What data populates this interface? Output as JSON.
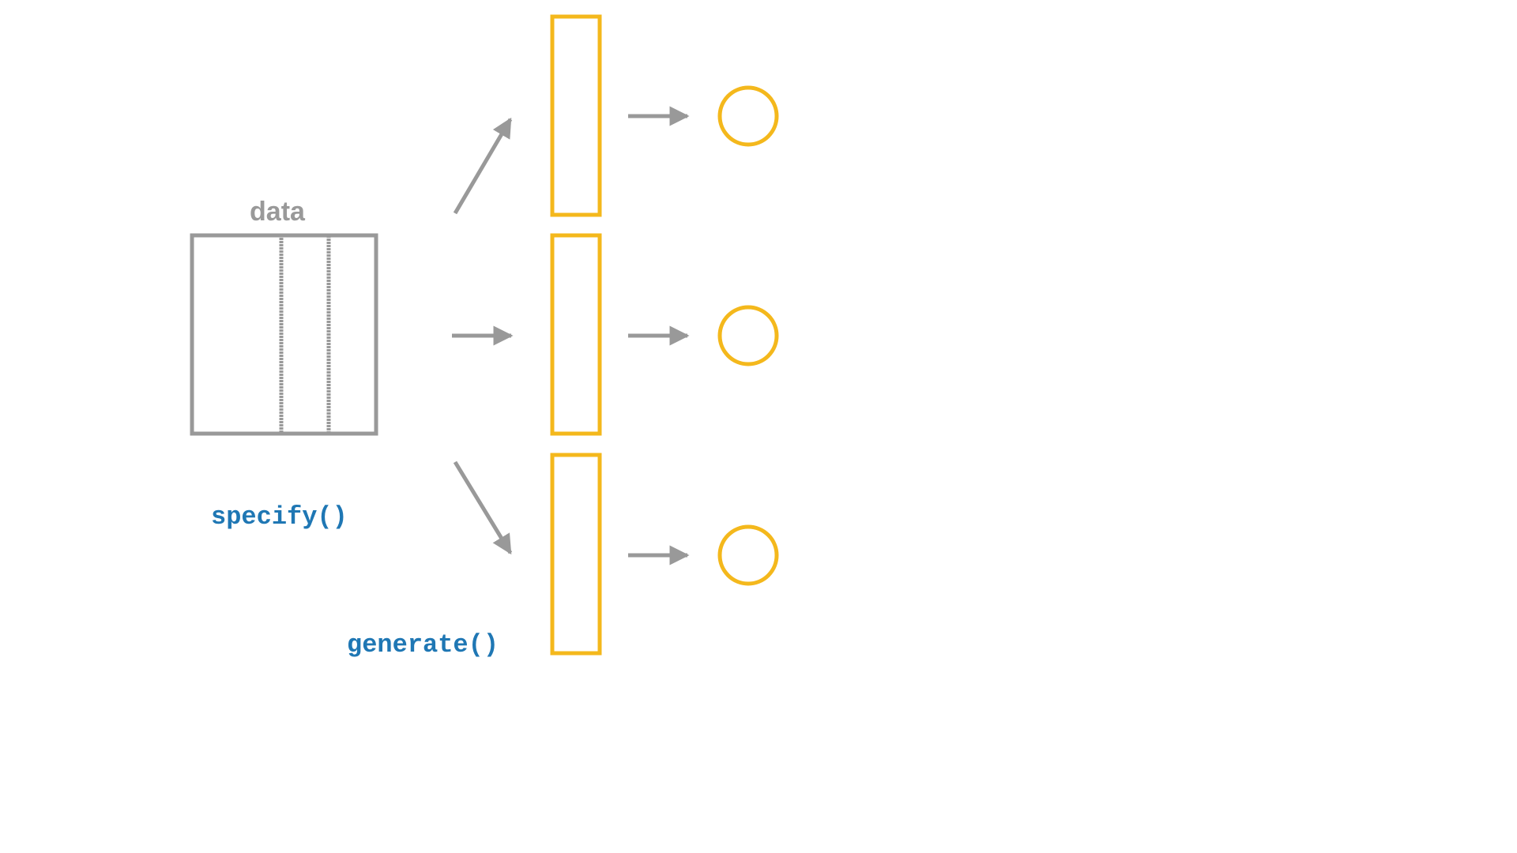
{
  "labels": {
    "data": "data",
    "specify": "specify()",
    "generate": "generate()"
  },
  "colors": {
    "gray": "#999999",
    "yellow": "#F4B81C",
    "blue": "#1F77B4"
  }
}
